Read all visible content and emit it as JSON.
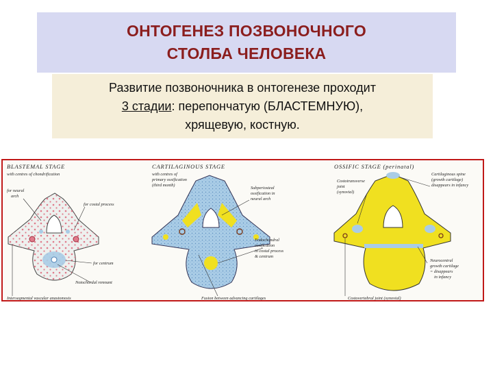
{
  "title": {
    "line1": "ОНТОГЕНЕЗ ПОЗВОНОЧНОГО",
    "line2": "СТОЛБА ЧЕЛОВЕКА"
  },
  "body": {
    "line1": "Развитие позвоночника в онтогенезе проходит",
    "line2_underlined": "3 стадии",
    "line2_rest": ": перепончатую (БЛАСТЕМНУЮ),",
    "line3": "хрящевую, костную."
  },
  "figure": {
    "colors": {
      "blastemal_bg": "#eef0ee",
      "blastemal_dots": "#e07a8a",
      "cartilage": "#a9cce6",
      "bone": "#f0e020",
      "border": "#c01818"
    },
    "blastemal": {
      "stage": "BLASTEMAL STAGE",
      "centres": "with centres of chondrification",
      "neural_arch_1": "for neural",
      "neural_arch_2": "arch",
      "costal": "for costal process",
      "centrum": "for centrum",
      "notochordal": "Notochordal remnant",
      "interseg": "Intersegmental vascular anastomosis"
    },
    "cartilaginous": {
      "stage": "CARTILAGINOUS STAGE",
      "c1": "with centres of",
      "c2": "primary ossification",
      "c3": "(third month)",
      "sub1": "Subperiosteal",
      "sub2": "ossification in",
      "sub3": "neural arch",
      "endo1": "Endochondral",
      "endo2": "ossification",
      "endo3": "in costal process",
      "endo4": "& centrum",
      "fusion": "Fusion between advancing cartilages"
    },
    "ossific": {
      "stage": "OSSIFIC STAGE (perinatal)",
      "ct1": "Costotransverse",
      "ct2": "joint",
      "ct3": "(synovial)",
      "cs1": "Cartilaginous spine",
      "cs2": "(growth cartilage)",
      "cs3": "disappears in infancy",
      "nc1": "Neurocentral",
      "nc2": "growth cartilage",
      "nc3": "= disappears",
      "nc4": "in infancy",
      "cv": "Costovertebral joint (synovial)"
    }
  }
}
